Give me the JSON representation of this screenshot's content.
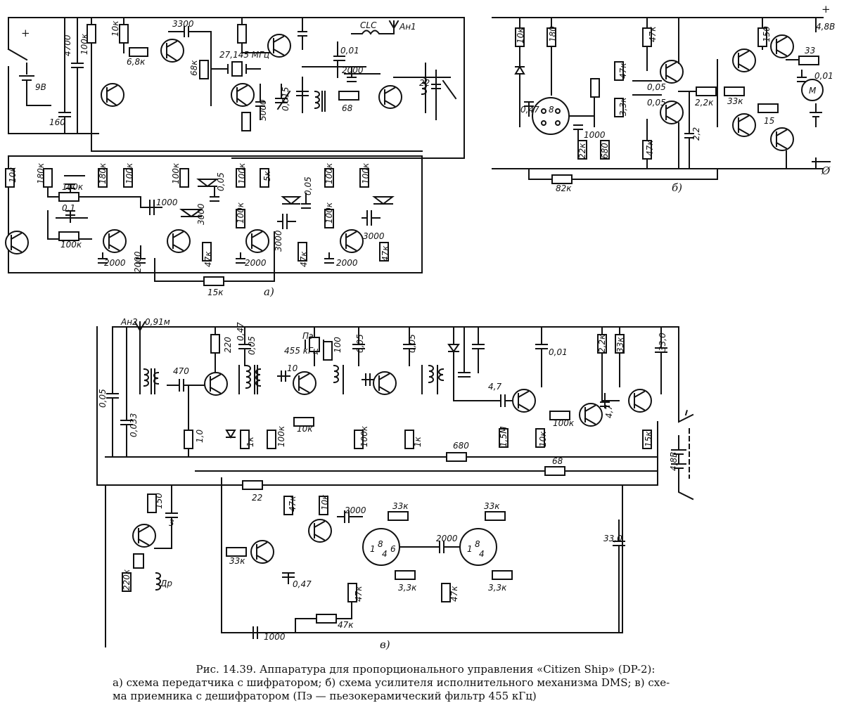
{
  "figure": {
    "caption_line1": "Рис. 14.39. Аппаратура для пропорционального управления «Citizen Ship» (DP-2):",
    "caption_line2": "а) схема передатчика с шифратором; б) схема усилителя исполнительного механизма DMS; в) схе-",
    "caption_line3": "ма приемника с дешифратором (Пэ — пьезокерамический фильтр 455 кГц)"
  },
  "panel_a": {
    "sublabel": "а)",
    "labels": [
      "+",
      "9В",
      "4700",
      "160",
      "100к",
      "10к",
      "6,8к",
      "3300",
      "68к",
      "27,145 МГц",
      "5000",
      "0,015",
      "68",
      "CLC",
      "Ан1",
      "0,01",
      "2000",
      "22",
      "10к",
      "180к",
      "100к",
      "0,1",
      "100к",
      "180к",
      "100к",
      "1000",
      "2000",
      "2000",
      "100к",
      "3000",
      "0,05",
      "47к",
      "100к",
      "100к",
      "5к",
      "2000",
      "3000",
      "47к",
      "0,05",
      "100к",
      "100к",
      "100к",
      "3000",
      "2000",
      "47к",
      "15к"
    ]
  },
  "panel_b": {
    "sublabel": "б)",
    "labels": [
      "+",
      "4,8В",
      "10к",
      "180",
      "0,47",
      "8",
      "1000",
      "22к",
      "680",
      "47к",
      "47к",
      "3,3к",
      "0,05",
      "0,05",
      "47к",
      "2,2к",
      "2,2",
      "33к",
      "15",
      "150",
      "33",
      "0,01",
      "М",
      "Ø",
      "82к"
    ]
  },
  "panel_c": {
    "sublabel": "в)",
    "labels": [
      "Ан2",
      "0,91м",
      "0,05",
      "0,033",
      "470",
      "1,0",
      "220",
      "0,47",
      "0,05",
      "1к",
      "Пэ",
      "455 кГц",
      "10",
      "100",
      "100к",
      "10к",
      "100к",
      "0,05",
      "1к",
      "0,05",
      "4,7",
      "1,5М",
      "10к",
      "0,01",
      "100к",
      "4,7",
      "2,2к",
      "33к",
      "33,0",
      "15к",
      "680",
      "68",
      "4,8В",
      "22",
      "150",
      "3",
      "220к",
      "Др",
      "33к",
      "47к",
      "10к",
      "0,47",
      "2000",
      "33к",
      "3,3к",
      "47к",
      "2000",
      "33к",
      "3,3к",
      "47к",
      "33,0",
      "47к",
      "1000",
      "8",
      "6",
      "4",
      "1",
      "8",
      "4",
      "1"
    ]
  }
}
